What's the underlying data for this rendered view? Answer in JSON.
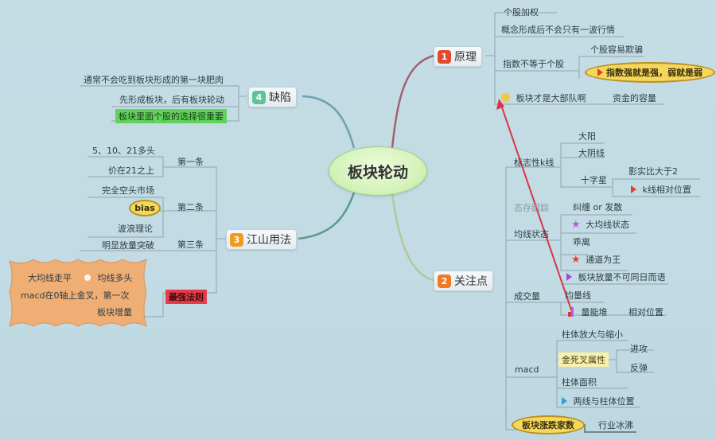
{
  "central_topic": "板块轮动",
  "colors": {
    "background": "#c3dce4",
    "badge_1": "#e24a2c",
    "badge_2": "#ef7a26",
    "badge_3": "#f29a20",
    "badge_4": "#5ec49a",
    "relationship_arrow": "#d8344a",
    "highlight_yellow": "#f5d75a",
    "highlight_green": "#5fd35a",
    "highlight_red": "#e93a47"
  },
  "branches": {
    "b1": {
      "number": "1",
      "label": "原理",
      "children": {
        "c1": "个股加权",
        "c2": "概念形成后不会只有一波行情",
        "c3": "指数不等于个股",
        "c3a": "个股容易欺骗",
        "c3b": "指数强就是强，弱就是弱",
        "c4": "板块才是大部队啊",
        "c4a": "资金的容量"
      }
    },
    "b2": {
      "number": "2",
      "label": "关注点",
      "children": {
        "k": "标志性k线",
        "k1": "大阳",
        "k2": "大阴线",
        "k3": "十字星",
        "k3a": "影实比大于2",
        "k3b": "k线相对位置",
        "note": "态存跟踪",
        "ma": "均线状态",
        "ma1": "纠缠 or 发散",
        "ma2": "大均线状态",
        "ma3": "乖离",
        "ma4": "通道为王",
        "ma5": "板块放量不可同日而语",
        "vol": "成交量",
        "vol1": "均量线",
        "vol2": "量能堆",
        "vol2a": "相对位置",
        "macd": "macd",
        "macd1": "柱体放大与缩小",
        "macd2": "金死叉属性",
        "macd2a": "进攻",
        "macd2b": "反弹",
        "macd3": "柱体面积",
        "macd4": "两线与柱体位置",
        "board": "板块涨跌家数",
        "board1": "行业冰沸"
      }
    },
    "b3": {
      "number": "3",
      "label": "江山用法",
      "children": {
        "r1": "第一条",
        "r1a": "5、10、21多头",
        "r1b": "价在21之上",
        "r2": "第二条",
        "r2a": "完全空头市场",
        "r2b": "bias",
        "r2c": "波浪理论",
        "r3": "第三条",
        "r3a": "明显放量突破",
        "r4": "最强法则",
        "r4a": "大均线走平",
        "r4a2": "均线多头",
        "r4b": "macd在0轴上金叉，第一次",
        "r4c": "板块增量"
      }
    },
    "b4": {
      "number": "4",
      "label": "缺陷",
      "children": {
        "d1": "通常不会吃到板块形成的第一块肥肉",
        "d2": "先形成板块，后有板块轮动",
        "d3": "板块里面个股的选择很重要"
      }
    }
  }
}
